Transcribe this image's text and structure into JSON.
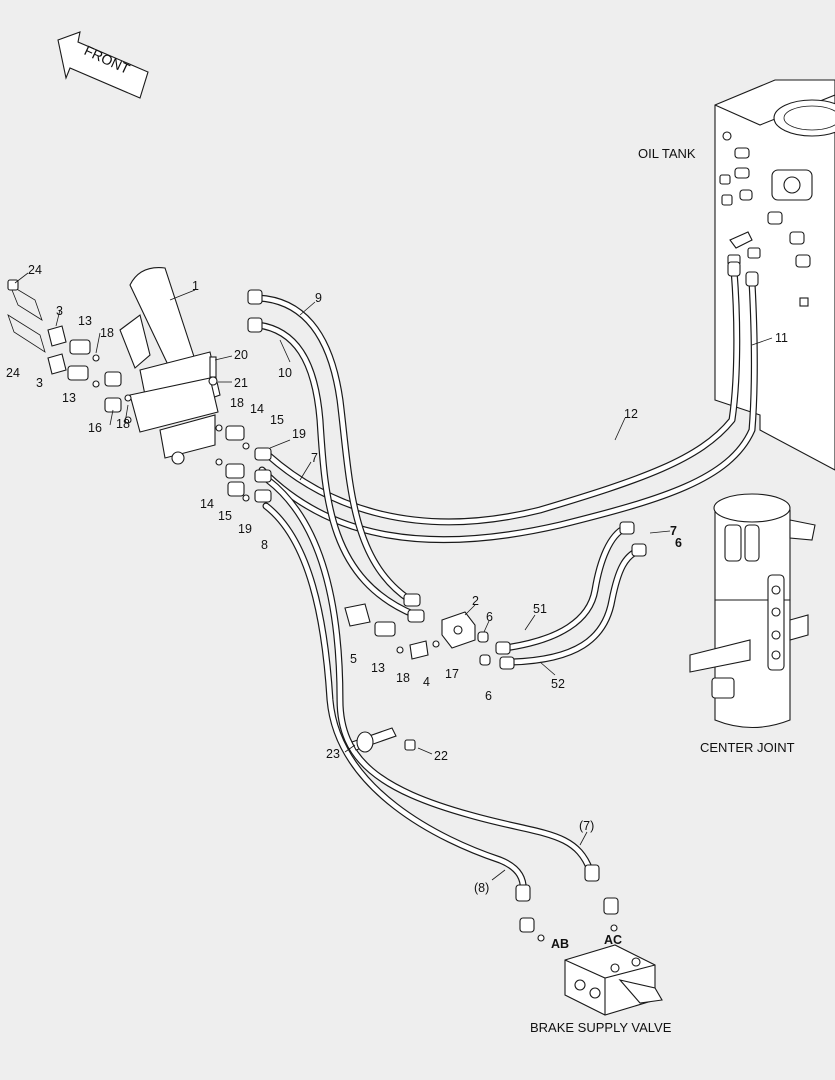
{
  "captions": {
    "oil_tank": "OIL TANK",
    "center_joint": "CENTER JOINT",
    "brake_supply_valve": "BRAKE SUPPLY VALVE",
    "front": "FRONT"
  },
  "port_labels": {
    "ab": "AB",
    "ac": "AC"
  },
  "callouts": [
    {
      "id": "24a",
      "text": "24"
    },
    {
      "id": "3a",
      "text": "3"
    },
    {
      "id": "13a",
      "text": "13"
    },
    {
      "id": "18a",
      "text": "18"
    },
    {
      "id": "24b",
      "text": "24"
    },
    {
      "id": "3b",
      "text": "3"
    },
    {
      "id": "13b",
      "text": "13"
    },
    {
      "id": "16",
      "text": "16"
    },
    {
      "id": "18b",
      "text": "18"
    },
    {
      "id": "1",
      "text": "1"
    },
    {
      "id": "20",
      "text": "20"
    },
    {
      "id": "21",
      "text": "21"
    },
    {
      "id": "18c",
      "text": "18"
    },
    {
      "id": "14a",
      "text": "14"
    },
    {
      "id": "15a",
      "text": "15"
    },
    {
      "id": "19a",
      "text": "19"
    },
    {
      "id": "7a",
      "text": "7"
    },
    {
      "id": "14b",
      "text": "14"
    },
    {
      "id": "15b",
      "text": "15"
    },
    {
      "id": "19b",
      "text": "19"
    },
    {
      "id": "8",
      "text": "8"
    },
    {
      "id": "9",
      "text": "9"
    },
    {
      "id": "10",
      "text": "10"
    },
    {
      "id": "11",
      "text": "11"
    },
    {
      "id": "12",
      "text": "12"
    },
    {
      "id": "7b",
      "text": "7"
    },
    {
      "id": "6a",
      "text": "6"
    },
    {
      "id": "2",
      "text": "2"
    },
    {
      "id": "6b",
      "text": "6"
    },
    {
      "id": "51",
      "text": "51"
    },
    {
      "id": "52",
      "text": "52"
    },
    {
      "id": "5",
      "text": "5"
    },
    {
      "id": "13c",
      "text": "13"
    },
    {
      "id": "18d",
      "text": "18"
    },
    {
      "id": "4",
      "text": "4"
    },
    {
      "id": "17",
      "text": "17"
    },
    {
      "id": "6c",
      "text": "6"
    },
    {
      "id": "23",
      "text": "23"
    },
    {
      "id": "22",
      "text": "22"
    },
    {
      "id": "7p",
      "text": "(7)"
    },
    {
      "id": "8p",
      "text": "(8)"
    }
  ]
}
